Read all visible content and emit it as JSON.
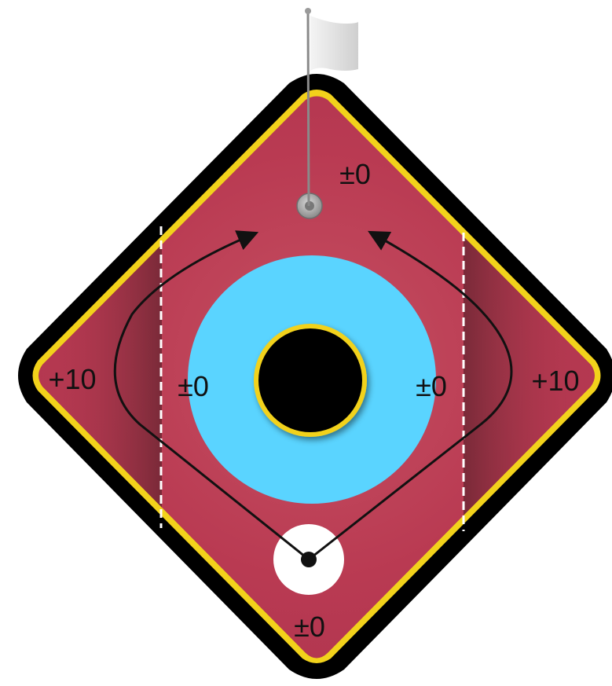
{
  "course": {
    "colors": {
      "outline": "#000000",
      "trim": "#f2d21b",
      "field": "#b93a52",
      "rough": "#7a2a36",
      "water": "#5ad4ff",
      "cup": "#000000",
      "tee": "#ffffff",
      "path": "#111111"
    },
    "labels": {
      "top": "±0",
      "left_outer": "+10",
      "left_inner": "±0",
      "right_inner": "±0",
      "right_outer": "+10",
      "bottom": "±0"
    },
    "icons": {
      "flag": "flag-icon",
      "hole": "golf-hole-icon",
      "tee": "tee-marker-icon"
    }
  }
}
